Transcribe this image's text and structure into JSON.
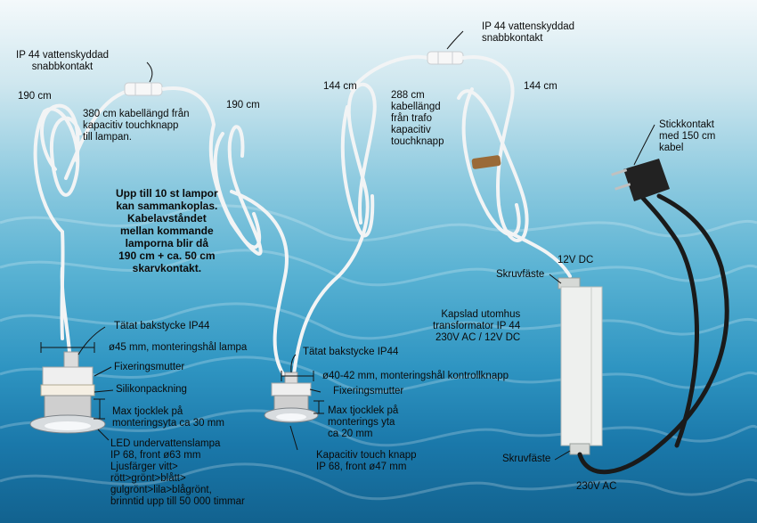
{
  "labels": {
    "connector_left": "IP 44 vattenskyddad\nsnabbkontakt",
    "connector_right": "IP 44 vattenskyddad\nsnabbkontakt",
    "len_190_left": "190 cm",
    "len_190_right": "190 cm",
    "cable_380": "380 cm kabellängd från\nkapacitiv touchknapp\ntill lampan.",
    "len_144_left": "144 cm",
    "len_144_right": "144 cm",
    "cable_288": "288 cm\nkabellängd\nfrån trafo\nkapacitiv\ntouchknapp",
    "plug": "Stickkontakt\nmed 150 cm\nkabel",
    "chain_info": "Upp till 10 st lampor\nkan sammankoplas.\nKabelavståndet\nmellan kommande\nlamporna blir då\n190 cm + ca. 50 cm\nskarvkontakt.",
    "dc_12v": "12V DC",
    "screw_top": "Skruvfäste",
    "transformer": "Kapslad utomhus\ntransformator IP 44\n230V AC / 12V DC",
    "screw_bottom": "Skruvfäste",
    "ac_230v": "230V AC",
    "lamp_back": "Tätat bakstycke IP44",
    "lamp_dia": "ø45 mm, monteringshål lampa",
    "lamp_nut": "Fixeringsmutter",
    "lamp_gasket": "Silikonpackning",
    "lamp_thickness": "Max tjocklek på\nmonteringsyta ca 30 mm",
    "lamp_desc": "LED undervattenslampa\nIP 68, front ø63 mm\nLjusfärger vitt>\nrött>grönt>blått>\ngulgrönt>lila>blågrönt,\nbrinntid upp till 50 000 timmar",
    "knob_back": "Tätat bakstycke IP44",
    "knob_dia": "ø40-42 mm, monteringshål kontrollknapp",
    "knob_nut": "Fixeringsmutter",
    "knob_thickness": "Max tjocklek på\nmonterings yta\nca 20 mm",
    "knob_desc": "Kapacitiv touch knapp\nIP 68, front ø47 mm"
  },
  "colors": {
    "background_top": "#f4f9fb",
    "background_bottom": "#12628f",
    "cable": "#f2f4f5",
    "power_cord": "#1a1a1a",
    "transformer": "#eef0ee",
    "strap": "#9a6a38"
  }
}
